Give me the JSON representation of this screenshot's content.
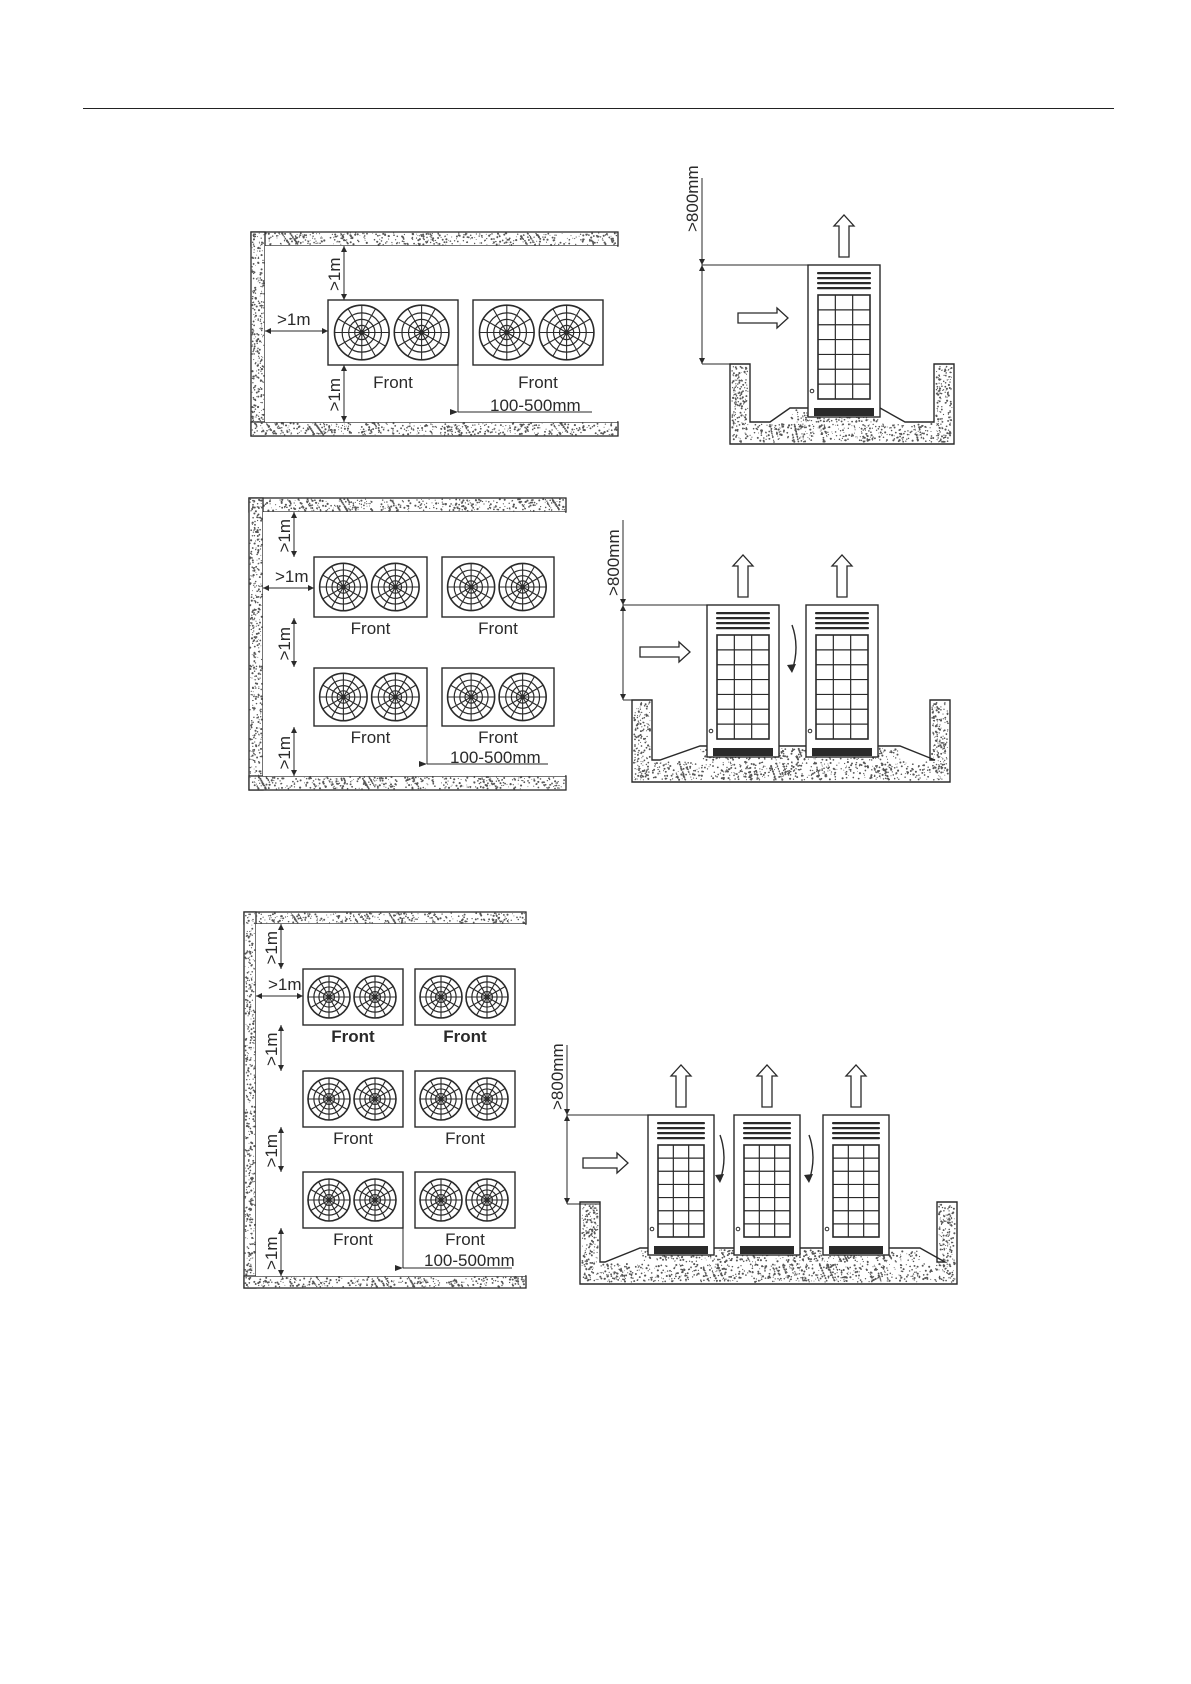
{
  "labels": {
    "clearance_1m": ">1m",
    "clearance_800": ">800mm",
    "front": "Front",
    "spacing": "100-500mm"
  },
  "colors": {
    "line": "#2a2a2a",
    "wall_texture": "#555555"
  },
  "icons": {
    "fan": "fan-grille-icon",
    "airflow": "arrow-icon"
  },
  "diagrams": [
    {
      "name": "layout-one-row",
      "rows": 1,
      "cols": 2
    },
    {
      "name": "elevation-one-unit",
      "units": 1
    },
    {
      "name": "layout-two-rows",
      "rows": 2,
      "cols": 2
    },
    {
      "name": "elevation-two-units",
      "units": 2
    },
    {
      "name": "layout-three-rows",
      "rows": 3,
      "cols": 2
    },
    {
      "name": "elevation-three-units",
      "units": 3
    }
  ]
}
